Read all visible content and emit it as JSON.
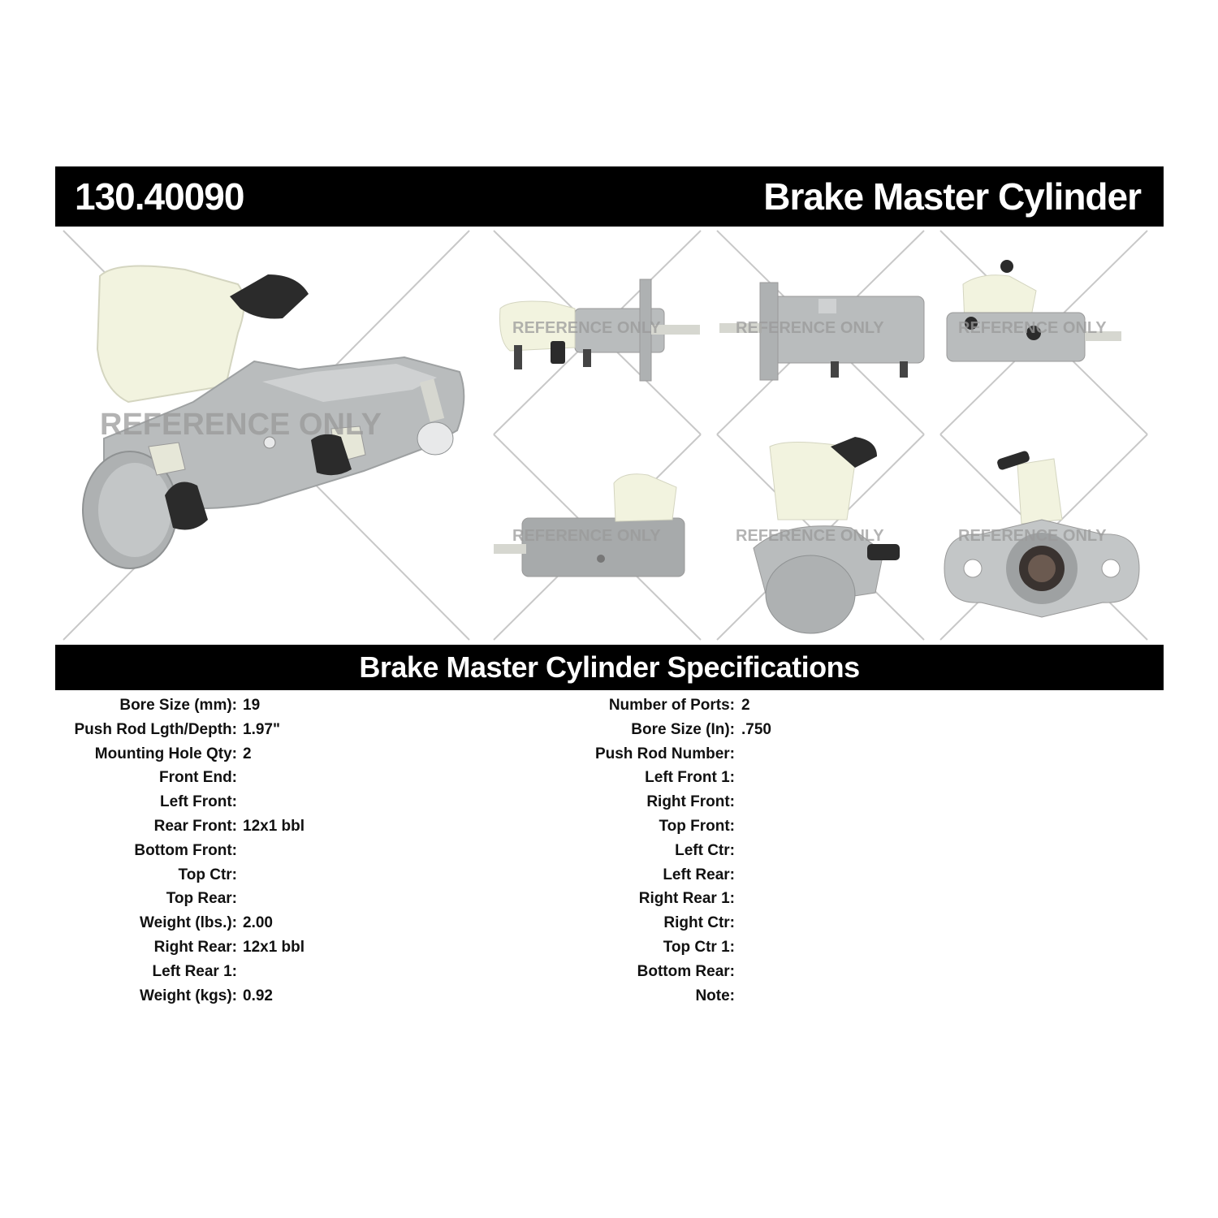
{
  "header": {
    "part_number": "130.40090",
    "product_title": "Brake Master Cylinder"
  },
  "watermark": {
    "text": "REFERENCE ONLY"
  },
  "specs_section": {
    "title": "Brake Master Cylinder Specifications",
    "left": [
      {
        "label": "Bore Size (mm):",
        "value": "19"
      },
      {
        "label": "Push Rod Lgth/Depth:",
        "value": "1.97\""
      },
      {
        "label": "Mounting Hole Qty:",
        "value": "2"
      },
      {
        "label": "Front End:",
        "value": ""
      },
      {
        "label": "Left Front:",
        "value": ""
      },
      {
        "label": "Rear Front:",
        "value": "12x1 bbl"
      },
      {
        "label": "Bottom Front:",
        "value": ""
      },
      {
        "label": "Top Ctr:",
        "value": ""
      },
      {
        "label": "Top Rear:",
        "value": ""
      },
      {
        "label": "Weight (lbs.):",
        "value": "2.00"
      },
      {
        "label": "Right Rear:",
        "value": "12x1 bbl"
      },
      {
        "label": "Left Rear 1:",
        "value": ""
      },
      {
        "label": "Weight (kgs):",
        "value": "0.92"
      }
    ],
    "right": [
      {
        "label": "Number of Ports:",
        "value": "2"
      },
      {
        "label": "Bore Size (In):",
        "value": ".750"
      },
      {
        "label": "Push Rod Number:",
        "value": ""
      },
      {
        "label": "Left Front 1:",
        "value": ""
      },
      {
        "label": "Right Front:",
        "value": ""
      },
      {
        "label": "Top Front:",
        "value": ""
      },
      {
        "label": "Left Ctr:",
        "value": ""
      },
      {
        "label": "Left Rear:",
        "value": ""
      },
      {
        "label": "Right Rear 1:",
        "value": ""
      },
      {
        "label": "Right Ctr:",
        "value": ""
      },
      {
        "label": "Top Ctr 1:",
        "value": ""
      },
      {
        "label": "Bottom Rear:",
        "value": ""
      },
      {
        "label": "Note:",
        "value": ""
      }
    ]
  },
  "colors": {
    "bar_background": "#000000",
    "bar_text": "#ffffff",
    "metal": "#b9bcbd",
    "reservoir": "#f2f3df",
    "rubber_cap": "#2b2b2b"
  }
}
